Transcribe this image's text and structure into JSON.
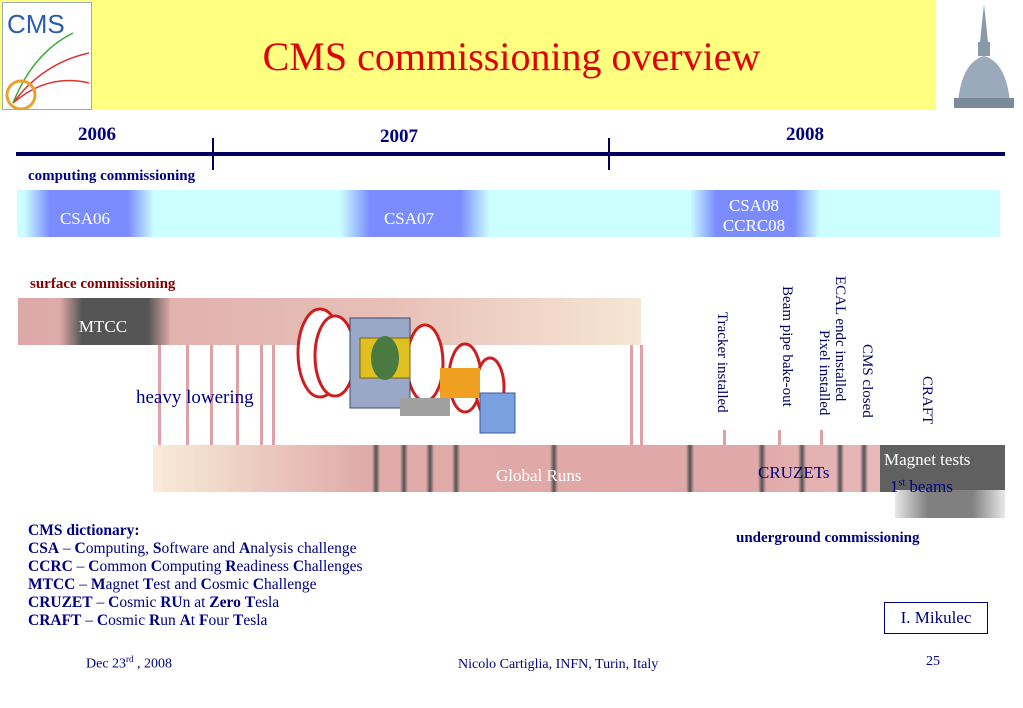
{
  "slide": {
    "title": "CMS commissioning overview",
    "logo_text": "CMS",
    "years": [
      "2006",
      "2007",
      "2008"
    ],
    "computing_label": "computing commissioning",
    "csa06": "CSA06",
    "csa07": "CSA07",
    "csa08_line1": "CSA08",
    "csa08_line2": "CCRC08",
    "surface_label": "surface commissioning",
    "mtcc": "MTCC",
    "heavy_lowering": "heavy lowering",
    "milestones": [
      "Tracker installed",
      "Beam pipe bake-out",
      "ECAL endc installed",
      "Pixel installed",
      "CMS closed",
      "CRAFT"
    ],
    "global_runs": "Global Runs",
    "cruzets": "CRUZETs",
    "magnet_tests": "Magnet tests",
    "first_beams_num": "1",
    "first_beams_sup": "st",
    "first_beams_text": " beams",
    "underground_label": "underground commissioning",
    "dictionary": {
      "heading": "CMS dictionary:",
      "lines": [
        {
          "abbr": "CSA",
          "parts": [
            [
              "C",
              "omputing, "
            ],
            [
              "S",
              "oftware and "
            ],
            [
              "A",
              "nalysis challenge"
            ]
          ]
        },
        {
          "abbr": "CCRC",
          "parts": [
            [
              "C",
              "ommon "
            ],
            [
              "C",
              "omputing "
            ],
            [
              "R",
              "eadiness "
            ],
            [
              "C",
              "hallenges"
            ]
          ]
        },
        {
          "abbr": "MTCC",
          "parts": [
            [
              "M",
              "agnet "
            ],
            [
              "T",
              "est and "
            ],
            [
              "C",
              "osmic "
            ],
            [
              "C",
              "hallenge"
            ]
          ]
        },
        {
          "abbr": "CRUZET",
          "parts": [
            [
              "C",
              "osmic "
            ],
            [
              "RU",
              "n at "
            ],
            [
              "Zero",
              " "
            ],
            [
              "T",
              "esla"
            ]
          ]
        },
        {
          "abbr": "CRAFT",
          "parts": [
            [
              "C",
              "osmic "
            ],
            [
              "R",
              "un "
            ],
            [
              "A",
              "t "
            ],
            [
              "F",
              "our "
            ],
            [
              "T",
              "esla"
            ]
          ]
        }
      ]
    },
    "author": "I. Mikulec",
    "footer_date_pre": "Dec 23",
    "footer_date_sup": "rd",
    "footer_date_post": " , 2008",
    "footer_center": "Nicolo Cartiglia, INFN, Turin, Italy",
    "page_number": "25",
    "colors": {
      "title": "#e00000",
      "computing_label": "#000080",
      "surface_label": "#800000",
      "underground_label": "#000080"
    }
  }
}
